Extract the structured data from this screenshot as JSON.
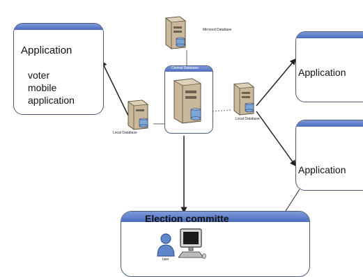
{
  "app_left": {
    "title": "Application",
    "lines": [
      "voter",
      "mobile",
      "application"
    ]
  },
  "app_right_top": {
    "title": "Application"
  },
  "app_right_bottom": {
    "title": "Application"
  },
  "databases": {
    "mirrored": "Mirrored Database",
    "central": "Central Database",
    "local_left": "Local Database",
    "local_right": "Local Database"
  },
  "committee": {
    "title": "Election committe",
    "user_label": "user"
  },
  "colors": {
    "panel_header": "#5b7fd0",
    "panel_border": "#4a5a7a",
    "server_body": "#c9b99a",
    "db_cylinder": "#7aa7d8",
    "user_icon": "#5f86c9"
  }
}
